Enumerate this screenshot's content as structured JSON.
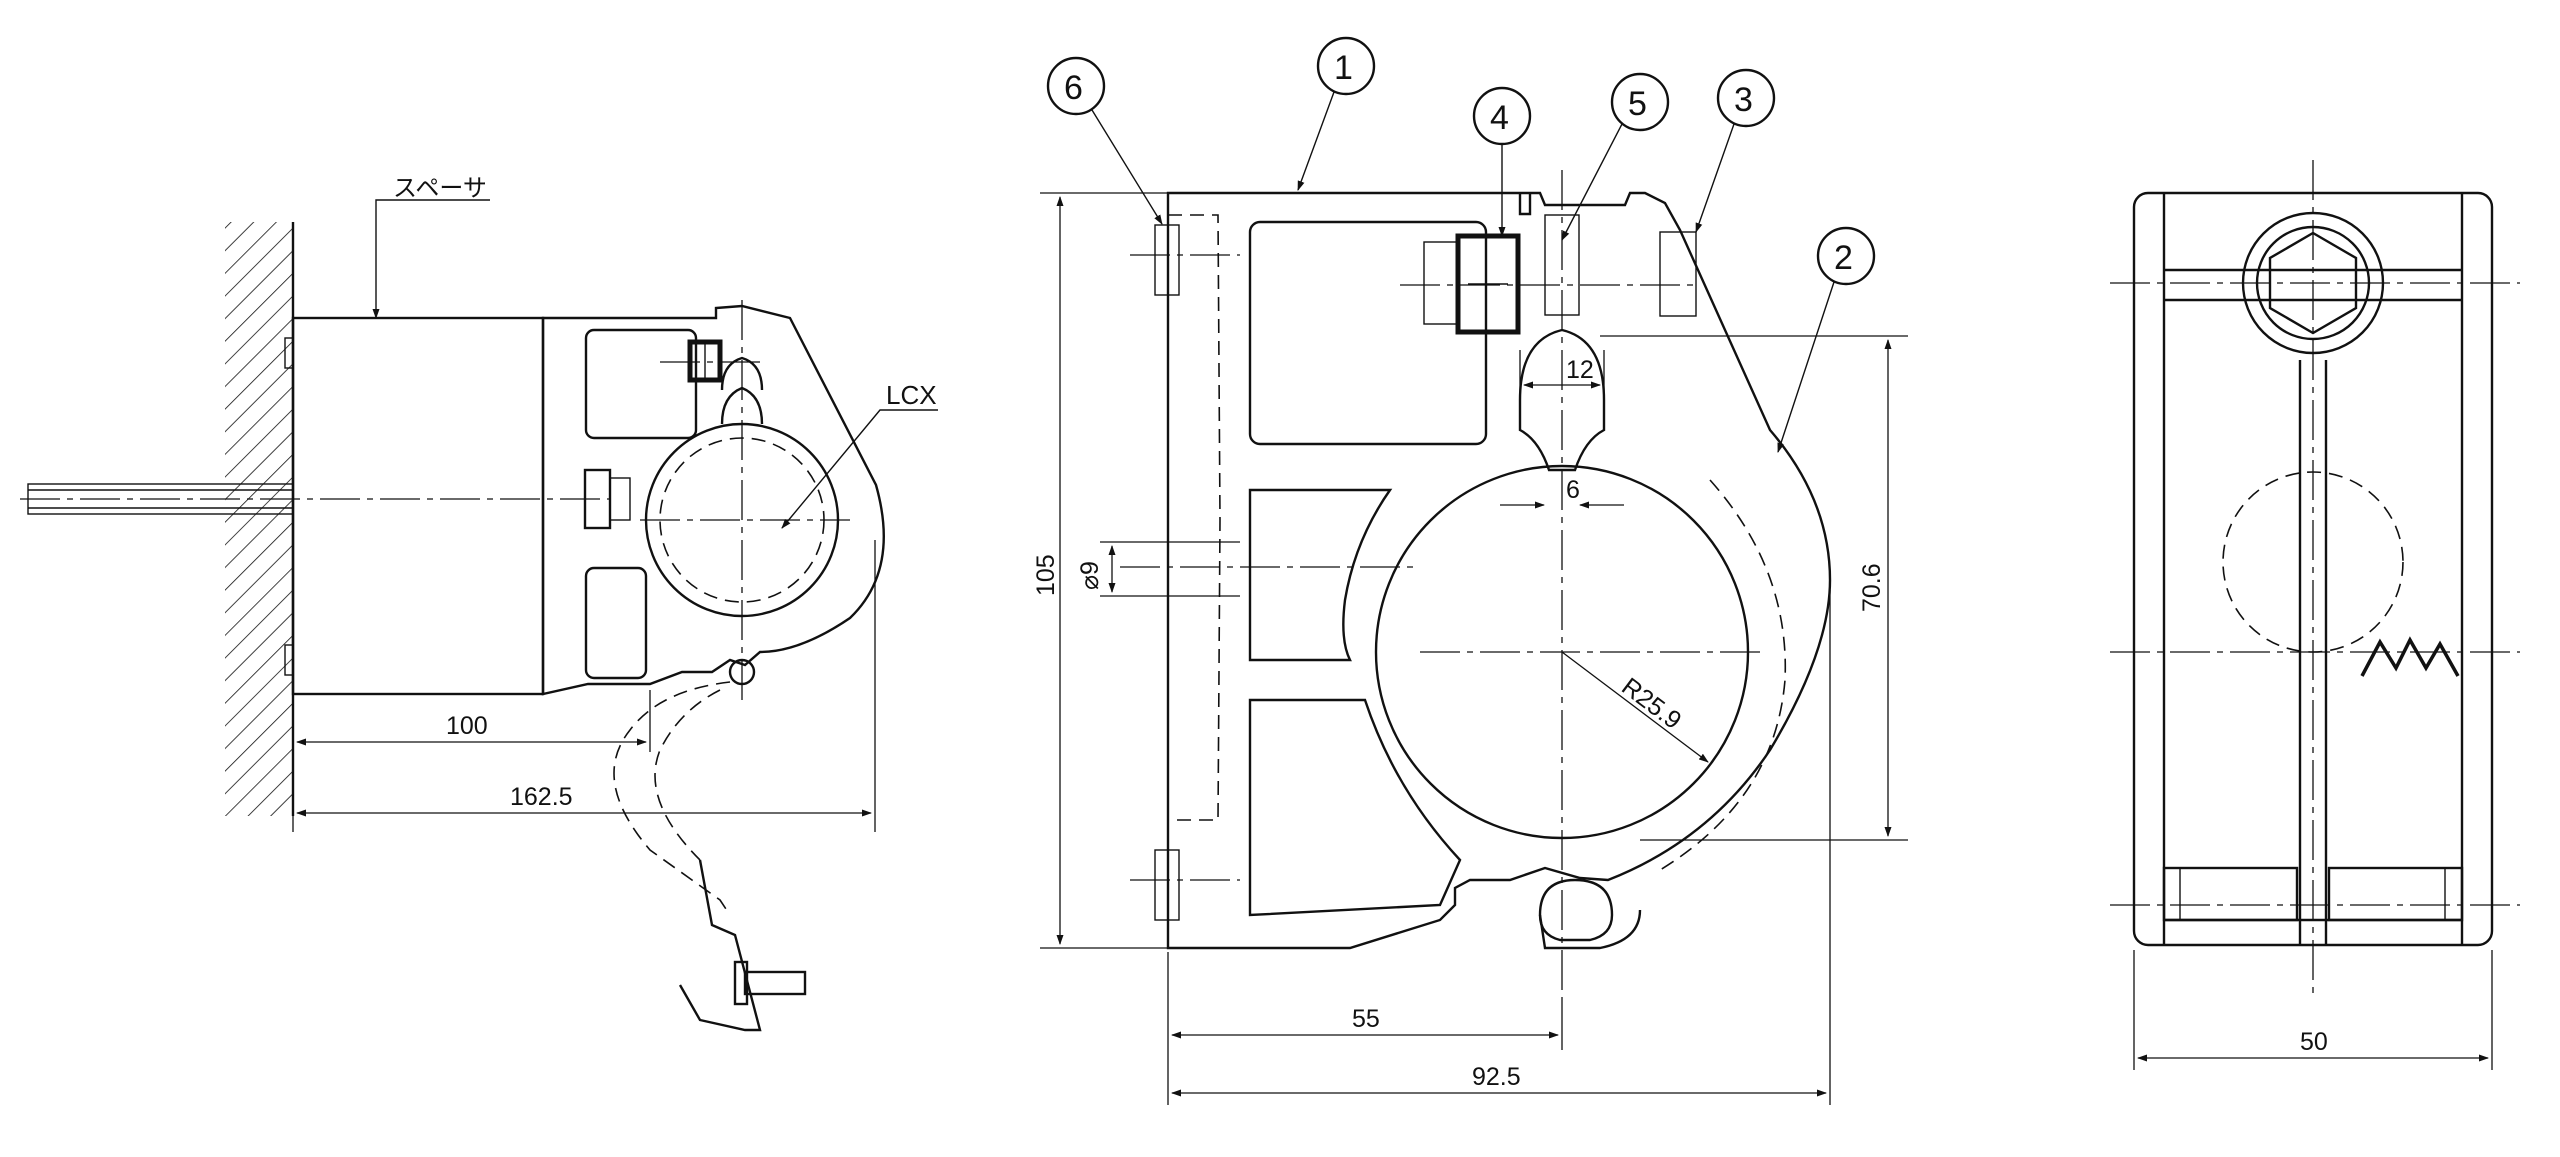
{
  "callouts": [
    "1",
    "2",
    "3",
    "4",
    "5",
    "6"
  ],
  "side_view": {
    "label_spacer": "スペーサ",
    "label_cable": "LCX",
    "dim_100": "100",
    "dim_162": "162.5"
  },
  "front_view": {
    "dim_105": "105",
    "dim_hole": "⌀9",
    "dim_12": "12",
    "dim_6": "6",
    "dim_radius": "R25.9",
    "dim_70": "70.6",
    "dim_55": "55",
    "dim_92": "92.5"
  },
  "end_view": {
    "dim_50": "50",
    "logo": "mountain-logo"
  }
}
